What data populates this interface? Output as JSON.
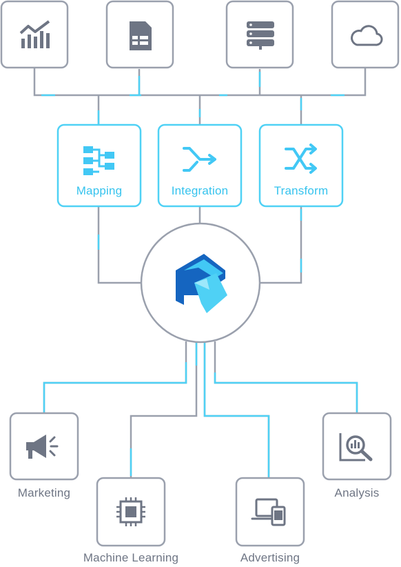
{
  "processes": [
    {
      "label": "Mapping",
      "icon": "mapping-icon"
    },
    {
      "label": "Integration",
      "icon": "integration-icon"
    },
    {
      "label": "Transform",
      "icon": "transform-icon"
    }
  ],
  "sources": [
    {
      "icon": "line-chart-icon"
    },
    {
      "icon": "document-icon"
    },
    {
      "icon": "server-icon"
    },
    {
      "icon": "cloud-icon"
    }
  ],
  "outputs": [
    {
      "label": "Marketing",
      "icon": "megaphone-icon"
    },
    {
      "label": "Machine Learning",
      "icon": "chip-icon"
    },
    {
      "label": "Advertising",
      "icon": "devices-icon"
    },
    {
      "label": "Analysis",
      "icon": "analysis-icon"
    }
  ],
  "hub": {
    "icon": "brand-logo-icon"
  },
  "colors": {
    "gray": "#9aa0ad",
    "accent": "#4fd1f5",
    "icon_gray": "#6e7584",
    "logo_dark": "#1565c0",
    "logo_light": "#42c8f5"
  }
}
